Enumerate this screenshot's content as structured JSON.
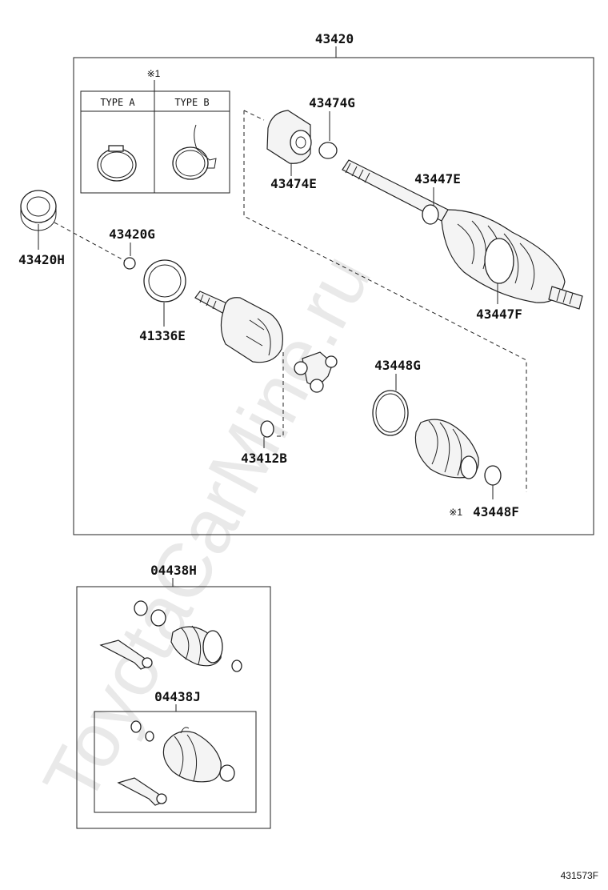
{
  "watermark": "ToyotaCarMine.ru",
  "diagram_ref": "431573F",
  "note_mark": "※1",
  "assembly": {
    "part_number": "43420"
  },
  "clamp_types": {
    "type_a": "TYPE A",
    "type_b": "TYPE B"
  },
  "parts": {
    "p43420H": "43420H",
    "p43420G": "43420G",
    "p41336E": "41336E",
    "p43474G": "43474G",
    "p43474E": "43474E",
    "p43447E": "43447E",
    "p43447F": "43447F",
    "p43448G": "43448G",
    "p43412B": "43412B",
    "p43448F": "43448F"
  },
  "kits": {
    "outer": {
      "part_number": "04438H"
    },
    "inner": {
      "part_number": "04438J"
    }
  }
}
